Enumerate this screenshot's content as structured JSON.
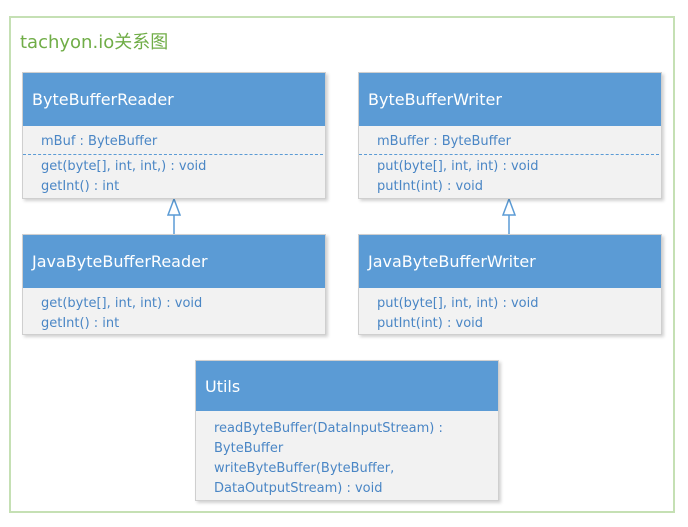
{
  "diagram": {
    "title": "tachyon.io关系图"
  },
  "classes": {
    "reader": {
      "name": "ByteBufferReader",
      "fields": [
        "mBuf : ByteBuffer"
      ],
      "methods": [
        "get(byte[], int, int,) : void",
        "getInt() : int"
      ]
    },
    "writer": {
      "name": "ByteBufferWriter",
      "fields": [
        "mBuffer : ByteBuffer"
      ],
      "methods": [
        "put(byte[], int, int) : void",
        "putInt(int) : void"
      ]
    },
    "java_reader": {
      "name": "JavaByteBufferReader",
      "methods": [
        "get(byte[], int, int) : void",
        "getInt() : int"
      ]
    },
    "java_writer": {
      "name": "JavaByteBufferWriter",
      "methods": [
        "put(byte[], int, int) : void",
        "putInt(int) : void"
      ]
    },
    "utils": {
      "name": "Utils",
      "methods": [
        "readByteBuffer(DataInputStream) :",
        "ByteBuffer",
        "writeByteBuffer(ByteBuffer,",
        "DataOutputStream) : void"
      ]
    }
  },
  "colors": {
    "header": "#5b9bd5",
    "frame": "#c5e0b4",
    "title": "#70ad47",
    "text": "#4a86c5"
  }
}
